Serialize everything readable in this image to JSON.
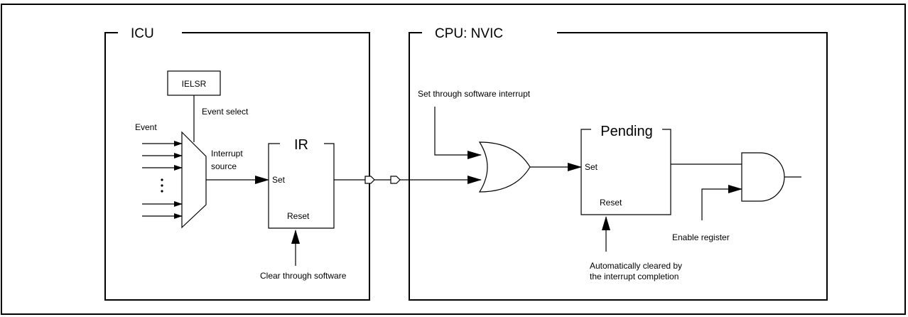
{
  "icu": {
    "title": "ICU",
    "ielsr_label": "IELSR",
    "event_select_label": "Event select",
    "event_label": "Event",
    "interrupt_source_line1": "Interrupt",
    "interrupt_source_line2": "source",
    "ir": {
      "title": "IR",
      "set_label": "Set",
      "reset_label": "Reset"
    },
    "clear_label": "Clear through software"
  },
  "nvic": {
    "title": "CPU: NVIC",
    "software_interrupt_label": "Set through software interrupt",
    "pending": {
      "title": "Pending",
      "set_label": "Set",
      "reset_label": "Reset"
    },
    "enable_register_label": "Enable register",
    "auto_clear_line1": "Automatically cleared by",
    "auto_clear_line2": "the interrupt completion"
  }
}
